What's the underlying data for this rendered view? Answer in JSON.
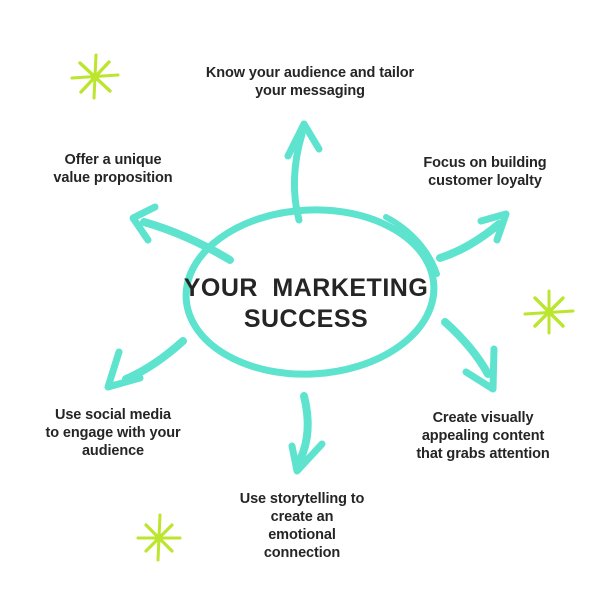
{
  "title": {
    "lines": [
      "YOUR MARKETING",
      "SUCCESS"
    ]
  },
  "nodes": {
    "top": {
      "lines": [
        "Know your audience and tailor",
        "your messaging"
      ]
    },
    "top_left": {
      "lines": [
        "Offer a unique",
        "value proposition"
      ]
    },
    "top_right": {
      "lines": [
        "Focus on building",
        "customer loyalty"
      ]
    },
    "bottom_left": {
      "lines": [
        "Use social media",
        "to engage with your",
        "audience"
      ]
    },
    "bottom_right": {
      "lines": [
        "Create visually",
        "appealing content",
        "that grabs attention"
      ]
    },
    "bottom": {
      "lines": [
        "Use storytelling to",
        "create an",
        "emotional",
        "connection"
      ]
    }
  },
  "decorations": {
    "sparkle_icon": "sparkle-star",
    "sparkle_count": 3
  },
  "colors": {
    "teal": "#5EE3CF",
    "star": "#BCE52E",
    "text": "#252525",
    "background": "#FFFFFF"
  }
}
